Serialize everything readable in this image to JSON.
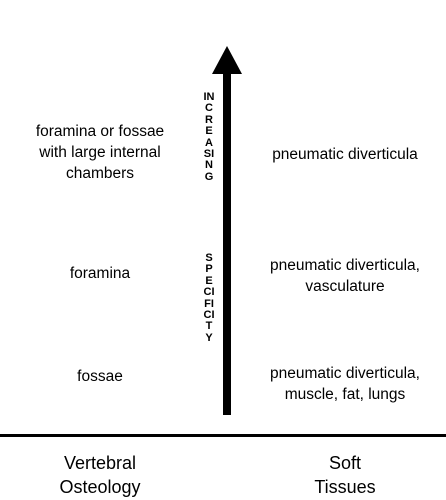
{
  "arrow_label": {
    "word1": "INCREASING",
    "word2": "SPECIFICITY"
  },
  "left_column": {
    "top": "foramina or fossae\nwith large internal\nchambers",
    "middle": "foramina",
    "bottom": "fossae"
  },
  "right_column": {
    "top": "pneumatic diverticula",
    "middle": "pneumatic diverticula,\nvasculature",
    "bottom": "pneumatic diverticula,\nmuscle, fat, lungs"
  },
  "axis_labels": {
    "left": "Vertebral\nOsteology",
    "right": "Soft\nTissues"
  },
  "colors": {
    "ink": "#000000",
    "background": "#ffffff"
  }
}
